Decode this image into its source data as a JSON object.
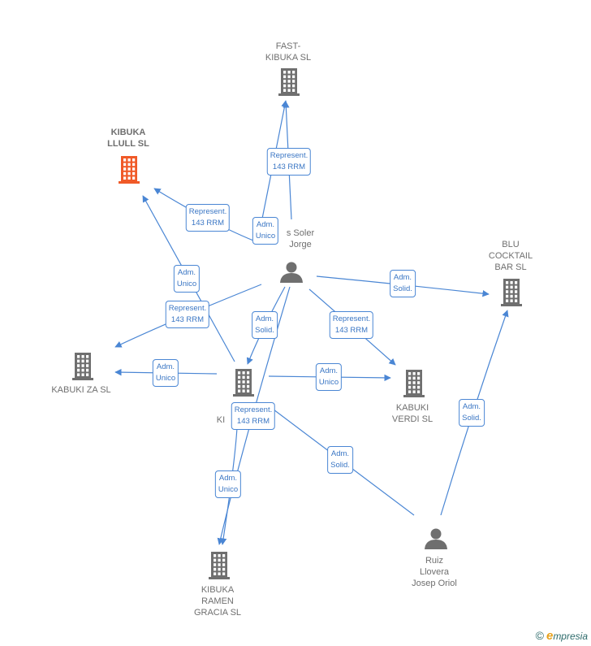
{
  "colors": {
    "edge": "#4a86d4",
    "building": "#6f6f6f",
    "focus_building": "#f05a28",
    "person": "#6f6f6f"
  },
  "nodes": [
    {
      "id": "fast",
      "type": "building",
      "label": "FAST-\nKIBUKA SL"
    },
    {
      "id": "llull",
      "type": "building",
      "focus": true,
      "label": "KIBUKA\nLLULL  SL"
    },
    {
      "id": "jorge",
      "type": "person",
      "label": "s Soler\nJorge"
    },
    {
      "id": "blu",
      "type": "building",
      "label": "BLU\nCOCKTAIL\nBAR SL"
    },
    {
      "id": "za",
      "type": "building",
      "label": "KABUKI ZA  SL"
    },
    {
      "id": "center",
      "type": "building",
      "label": "KI"
    },
    {
      "id": "verdi",
      "type": "building",
      "label": "KABUKI\nVERDI  SL"
    },
    {
      "id": "ramen",
      "type": "building",
      "label": "KIBUKA\nRAMEN\nGRACIA  SL"
    },
    {
      "id": "ruiz",
      "type": "person",
      "label": "Ruiz\nLlovera\nJosep Oriol"
    }
  ],
  "edges": [
    {
      "label": "Represent.\n143 RRM"
    },
    {
      "label": "Represent.\n143 RRM"
    },
    {
      "label": "Adm.\nUnico"
    },
    {
      "label": "Adm.\nUnico"
    },
    {
      "label": "Represent.\n143 RRM"
    },
    {
      "label": "Adm.\nSolid."
    },
    {
      "label": "Adm.\nSolid."
    },
    {
      "label": "Represent.\n143 RRM"
    },
    {
      "label": "Adm.\nUnico"
    },
    {
      "label": "Adm.\nUnico"
    },
    {
      "label": "Represent.\n143 RRM"
    },
    {
      "label": "Adm.\nUnico"
    },
    {
      "label": "Adm.\nSolid."
    },
    {
      "label": "Adm.\nSolid."
    }
  ],
  "brand": {
    "copyright": "©",
    "logo_e": "e",
    "logo_rest": "mpresia"
  }
}
